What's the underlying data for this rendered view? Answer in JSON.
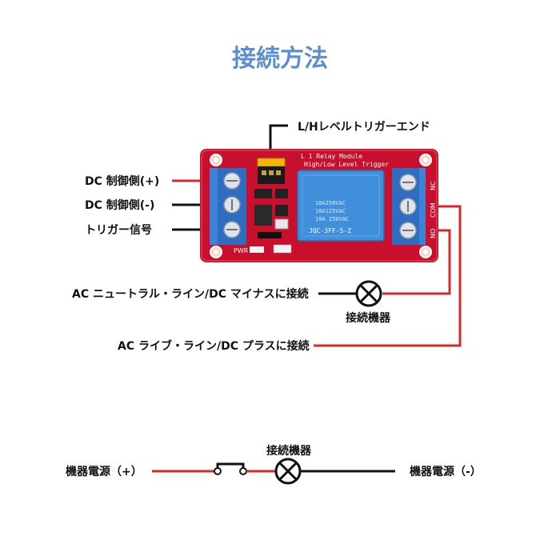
{
  "title": "接続方法",
  "labels": {
    "jumper": "L/Hレベルトリガーエンド",
    "dc_plus": "DC 制御側(+)",
    "dc_minus": "DC 制御側(-)",
    "trigger": "トリガー信号",
    "ac_neutral": "AC ニュートラル・ライン/DC マイナスに接続",
    "device1": "接続機器",
    "ac_live": "AC ライブ・ライン/DC プラスに接続",
    "device2": "接続機器",
    "power_plus": "機器電源（+）",
    "power_minus": "機器電源（-）"
  },
  "board": {
    "line1": "L 1 Relay Module",
    "line2": "High/Low Level Trigger",
    "relay_line1": "10A250VAC",
    "relay_line2": "10A125VAC",
    "relay_line3": "10A 250VAC",
    "relay_model": "JQC-3FF-S-Z",
    "pwr": "PWR",
    "term_nc": "NC",
    "term_com": "COM",
    "term_no": "NO"
  },
  "colors": {
    "title": "#5b8fd0",
    "wire_red": "#d62828",
    "wire_black": "#111111",
    "board": "#c8102e",
    "terminal": "#2e6dbf",
    "relay": "#3f8fdc",
    "jumper": "#f2b705"
  }
}
